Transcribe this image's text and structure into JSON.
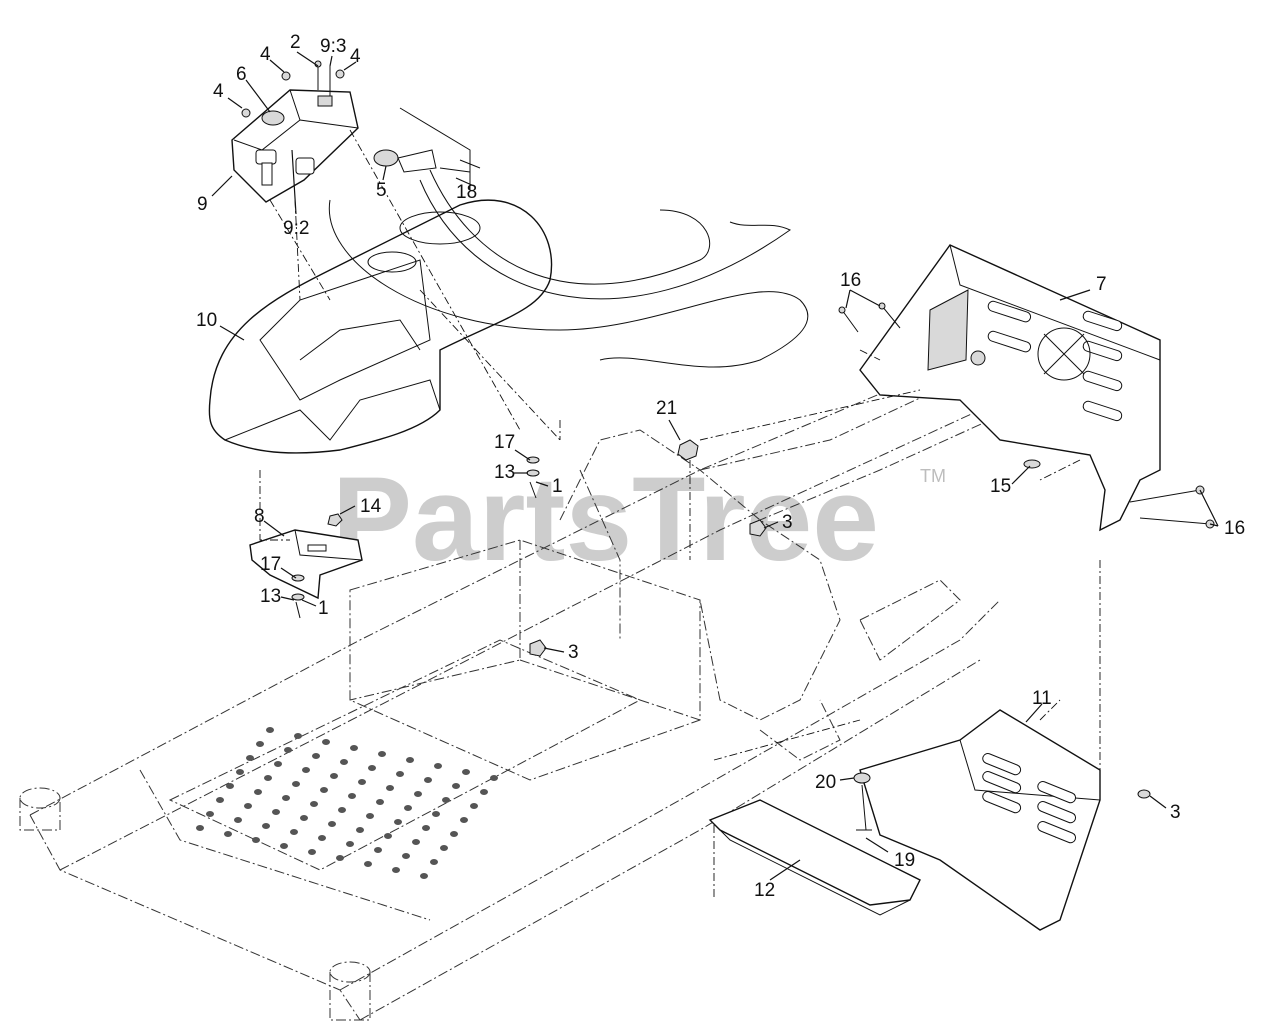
{
  "watermark": {
    "text": "PartsTree",
    "trademark": "TM"
  },
  "callouts": [
    {
      "id": "c-2",
      "label": "2"
    },
    {
      "id": "c-9-3",
      "label": "9:3"
    },
    {
      "id": "c-4a",
      "label": "4"
    },
    {
      "id": "c-4b",
      "label": "4"
    },
    {
      "id": "c-4c",
      "label": "4"
    },
    {
      "id": "c-6",
      "label": "6"
    },
    {
      "id": "c-9",
      "label": "9"
    },
    {
      "id": "c-5",
      "label": "5"
    },
    {
      "id": "c-18",
      "label": "18"
    },
    {
      "id": "c-9-2",
      "label": "9:2"
    },
    {
      "id": "c-10",
      "label": "10"
    },
    {
      "id": "c-7",
      "label": "7"
    },
    {
      "id": "c-16a",
      "label": "16"
    },
    {
      "id": "c-16b",
      "label": "16"
    },
    {
      "id": "c-21",
      "label": "21"
    },
    {
      "id": "c-17a",
      "label": "17"
    },
    {
      "id": "c-13a",
      "label": "13"
    },
    {
      "id": "c-1a",
      "label": "1"
    },
    {
      "id": "c-14",
      "label": "14"
    },
    {
      "id": "c-8",
      "label": "8"
    },
    {
      "id": "c-3a",
      "label": "3"
    },
    {
      "id": "c-15",
      "label": "15"
    },
    {
      "id": "c-17b",
      "label": "17"
    },
    {
      "id": "c-13b",
      "label": "13"
    },
    {
      "id": "c-1b",
      "label": "1"
    },
    {
      "id": "c-3b",
      "label": "3"
    },
    {
      "id": "c-11",
      "label": "11"
    },
    {
      "id": "c-20",
      "label": "20"
    },
    {
      "id": "c-3c",
      "label": "3"
    },
    {
      "id": "c-19",
      "label": "19"
    },
    {
      "id": "c-12",
      "label": "12"
    }
  ]
}
